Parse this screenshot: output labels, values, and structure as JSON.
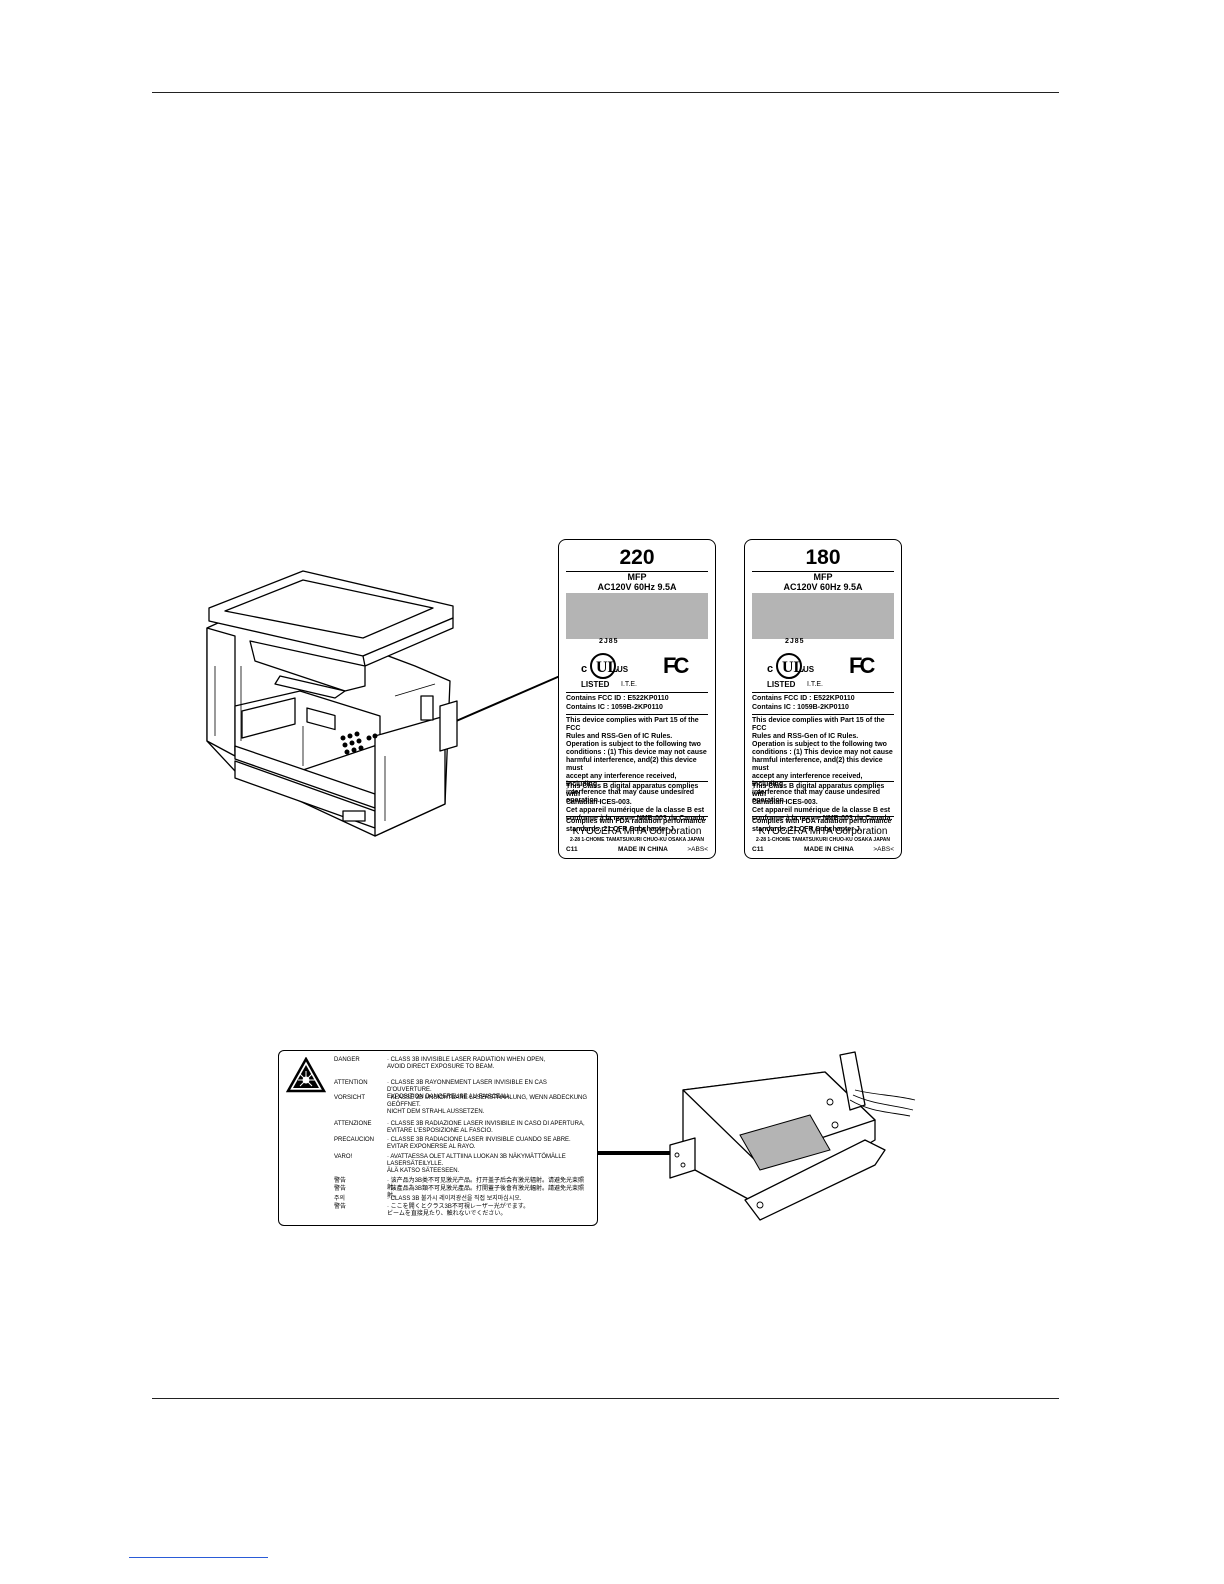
{
  "labels": [
    {
      "model": "220",
      "type": "MFP",
      "rating": "AC120V   60Hz   9.5A",
      "code": "2J85",
      "listed": "LISTED",
      "ite": "I.T.E.",
      "fcc_id": "Contains FCC ID : E522KP0110",
      "ic": "Contains IC : 1059B-2KP0110",
      "fcc_text": "This device complies with Part 15 of the FCC\nRules and RSS-Gen of IC Rules.\nOperation is subject to the following two\nconditions : (1) This device may not cause\nharmful interference, and(2) this device must\naccept any interference received, including\ninterference that may cause undesired\noperation.",
      "ices_text": "This Class B digital apparatus complies with\nCanadian ICES-003.\nCet appareil numérique de la classe B est\nconforme à la norme NMB-003 du Canada.",
      "fda_text": "Complies with FDA radiation performance\nstandards, 21 CFR Subchapter J.",
      "corp": "KYOCERA MITA Corporation",
      "address": "2-28 1-CHOME TAMATSUKURI CHUO-KU OSAKA JAPAN",
      "c11": "C11",
      "made": "MADE IN CHINA",
      "abs": ">ABS<"
    },
    {
      "model": "180",
      "type": "MFP",
      "rating": "AC120V   60Hz   9.5A",
      "code": "2J85",
      "listed": "LISTED",
      "ite": "I.T.E.",
      "fcc_id": "Contains FCC ID : E522KP0110",
      "ic": "Contains IC : 1059B-2KP0110",
      "fcc_text": "This device complies with Part 15 of the FCC\nRules and RSS-Gen of IC Rules.\nOperation is subject to the following two\nconditions : (1) This device may not cause\nharmful interference, and(2) this device must\naccept any interference received, including\ninterference that may cause undesired\noperation.",
      "ices_text": "This Class B digital apparatus complies with\nCanadian ICES-003.\nCet appareil numérique de la classe B est\nconforme à la norme NMB-003 du Canada.",
      "fda_text": "Complies with FDA radiation performance\nstandards, 21 CFR Subchapter J.",
      "corp": "KYOCERA MITA Corporation",
      "address": "2-28 1-CHOME TAMATSUKURI CHUO-KU OSAKA JAPAN",
      "c11": "C11",
      "made": "MADE IN CHINA",
      "abs": ">ABS<"
    }
  ],
  "laser_warning": [
    {
      "k": "DANGER",
      "v": "· CLASS 3B INVISIBLE LASER RADIATION WHEN OPEN,\n  AVOID DIRECT EXPOSURE TO BEAM."
    },
    {
      "k": "ATTENTION",
      "v": "· CLASSE 3B RAYONNEMENT LASER INVISIBLE EN CAS D'OUVERTURE.\n  EXPOSITION DANGEREUSE AU FAISCEAU."
    },
    {
      "k": "VORSICHT",
      "v": "· KLASSE 3B UNSICHTBARE LASERSTRAHLUNG, WENN ABDECKUNG\n  GEÖFFNET.\n  NICHT DEM STRAHL AUSSETZEN."
    },
    {
      "k": "ATTENZIONE",
      "v": "· CLASSE 3B RADIAZIONE LASER INVISIBILE IN CASO DI APERTURA,\n  EVITARE L'ESPOSIZIONE AL FASCIO."
    },
    {
      "k": "PRECAUCION",
      "v": "· CLASSE 3B RADIACIONE LASER INVISIBLE CUANDO SE ABRE.\n  EVITAR EXPONERSE AL RAYO."
    },
    {
      "k": "VARO!",
      "v": "· AVATTAESSA OLET ALTTIINA LUOKAN 3B NÄKYMÄTTÖMÄLLE\n  LASERSÄTEILYLLE.\n  ÄLÄ KATSO SÄTEESEEN."
    },
    {
      "k": "警告",
      "v": "· 该产品为3B类不可见激光产品。打开盖子后会有激光辐射。请避免光束照射。"
    },
    {
      "k": "警告",
      "v": "· 該產品為3B類不可見激光產品。打開蓋子後會有激光輻射。請避免光束照射。"
    },
    {
      "k": "주의",
      "v": "· CLASS 3B 불가시 레이저광선을 직접 보지마십시오."
    },
    {
      "k": "警告",
      "v": "· ここを開くとクラス3B不可視レーザー光がでます。\n  ビームを直接見たり、触れないでください。"
    }
  ]
}
